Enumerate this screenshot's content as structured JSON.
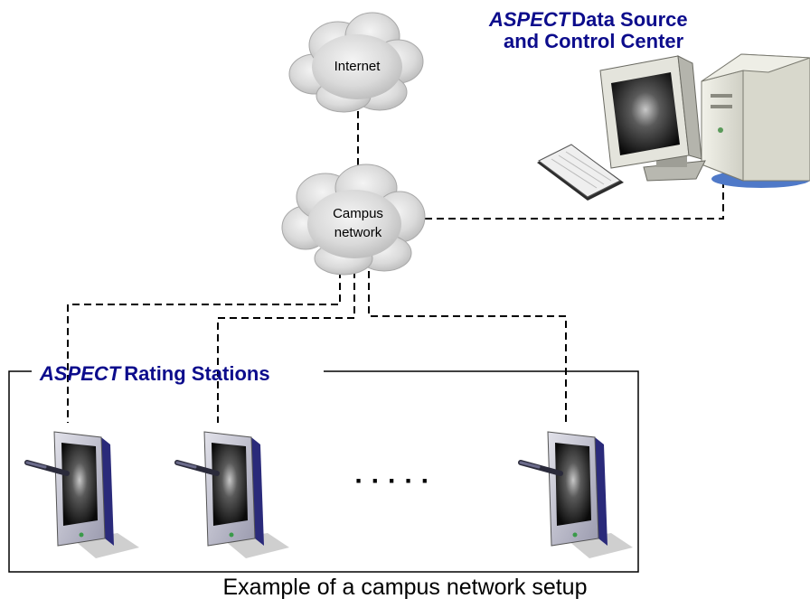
{
  "clouds": {
    "internet": {
      "label": "Internet"
    },
    "campus": {
      "line1": "Campus",
      "line2": "network"
    }
  },
  "control_center": {
    "brand": "ASPECT",
    "line1_rest": "Data Source",
    "line2": "and Control Center"
  },
  "rating_stations": {
    "brand": "ASPECT",
    "title_rest": "Rating Stations",
    "ellipsis": "· · · · ·"
  },
  "caption": "Example of a campus network setup",
  "colors": {
    "brand": "#0c0c8c",
    "cloud": "#d9d9d9",
    "device_body": "#b8b8c8",
    "device_side": "#2a2a7a"
  }
}
